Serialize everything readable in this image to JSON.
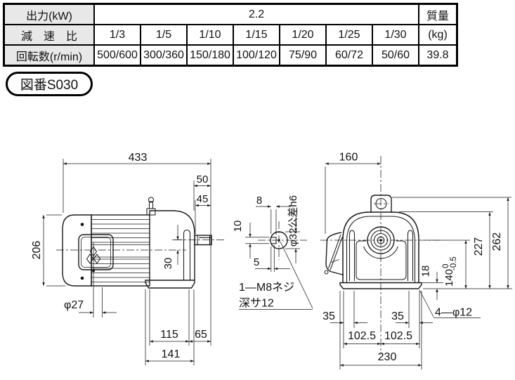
{
  "spec_table": {
    "output_label": "出力(kW)",
    "output_value": "2.2",
    "mass_label": "質量",
    "ratio_label": "減　速　比",
    "mass_unit": "(kg)",
    "speed_label": "回転数(r/min)",
    "mass_value": "39.8",
    "ratios": [
      "1/3",
      "1/5",
      "1/10",
      "1/15",
      "1/20",
      "1/25",
      "1/30"
    ],
    "speeds": [
      "500/600",
      "300/360",
      "150/180",
      "100/120",
      "75/90",
      "60/72",
      "50/60"
    ]
  },
  "figure_badge": "図番S030",
  "side_view": {
    "overall_length": "433",
    "shaft_proj": "50",
    "shaft_len": "45",
    "motor_height": "206",
    "axis_offset": "30",
    "hole_dia": "φ27",
    "foot_len": "115",
    "shaft_side": "65",
    "base_len": "141"
  },
  "shaft_detail": {
    "key_top": "8",
    "key_width": "10",
    "key_depth": "5",
    "shaft_dia": "φ32公差h6",
    "tap_note_line1": "1—M8ネジ",
    "tap_note_line2": "深サ12"
  },
  "front_view": {
    "box_offset": "160",
    "body_height": "227",
    "total_height": "262",
    "base_thickness": "18",
    "shaft_height": "140",
    "shaft_tol_upper": "0",
    "shaft_tol_lower": "-0.5",
    "hole_edge_left": "35",
    "hole_edge_right": "35",
    "hole_pitch_left": "102.5",
    "hole_pitch_right": "102.5",
    "base_width": "230",
    "mount_holes": "4—φ12"
  }
}
